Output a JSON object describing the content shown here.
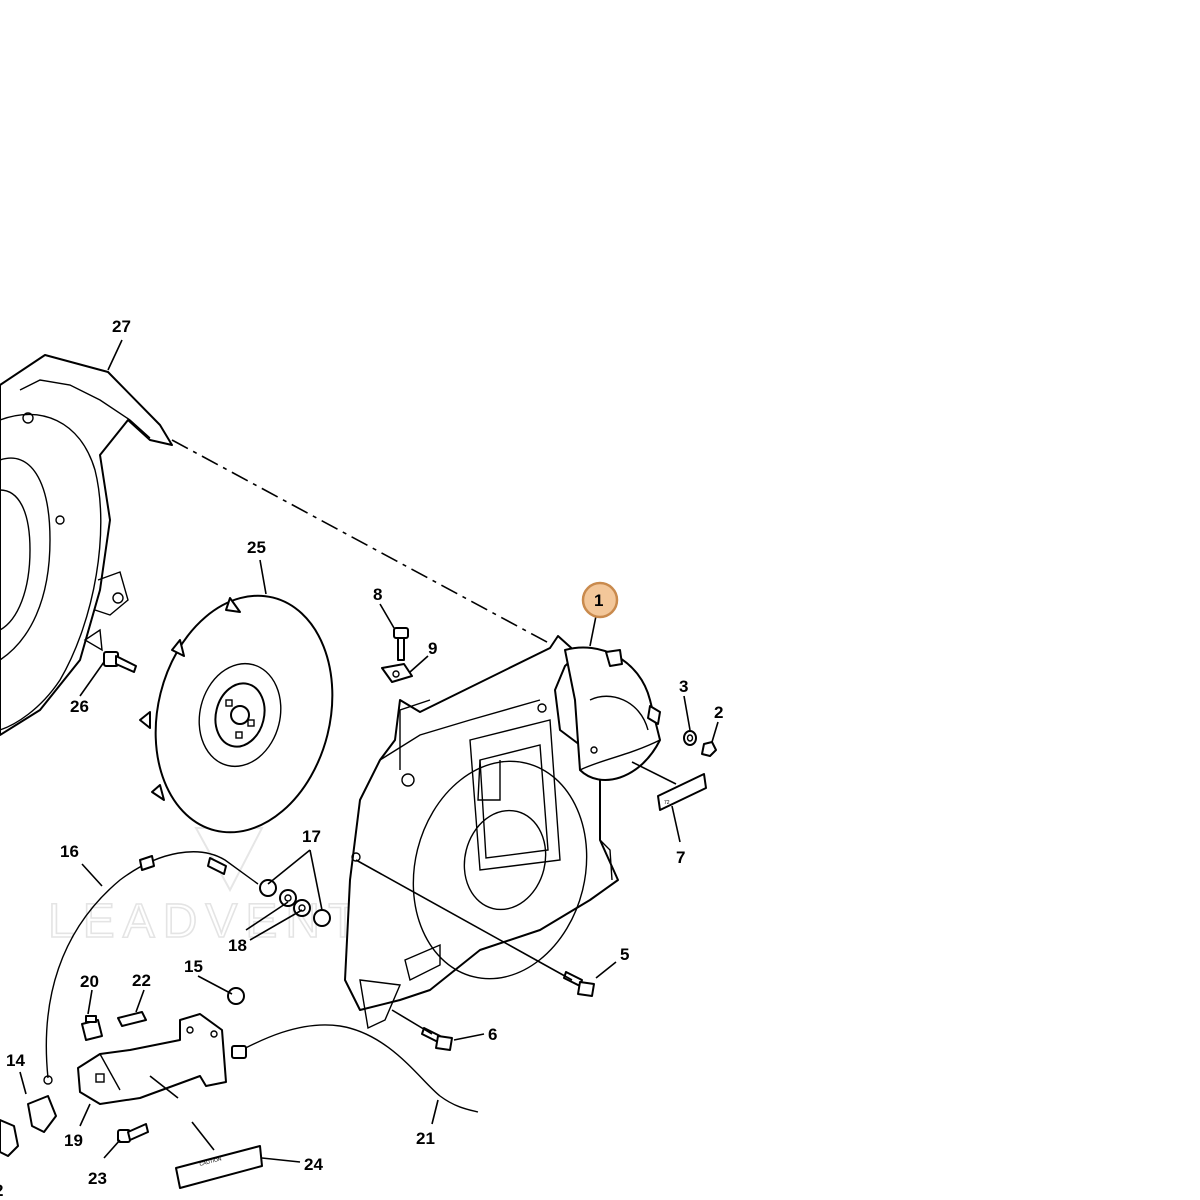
{
  "diagram": {
    "watermark": "LEADVENTURE",
    "highlighted_callout": "1",
    "highlight_color": "#f3c79a",
    "callouts": {
      "c1": "1",
      "c2": "2",
      "c3": "3",
      "c5": "5",
      "c6": "6",
      "c7": "7",
      "c8": "8",
      "c9": "9",
      "c12": "2",
      "c14": "14",
      "c15": "15",
      "c16": "16",
      "c17": "17",
      "c18": "18",
      "c19": "19",
      "c20": "20",
      "c21": "21",
      "c22": "22",
      "c23": "23",
      "c24": "24",
      "c25": "25",
      "c26": "26",
      "c27": "27"
    },
    "decal_7_text": "72",
    "decal_24_text": "CAUTION"
  }
}
